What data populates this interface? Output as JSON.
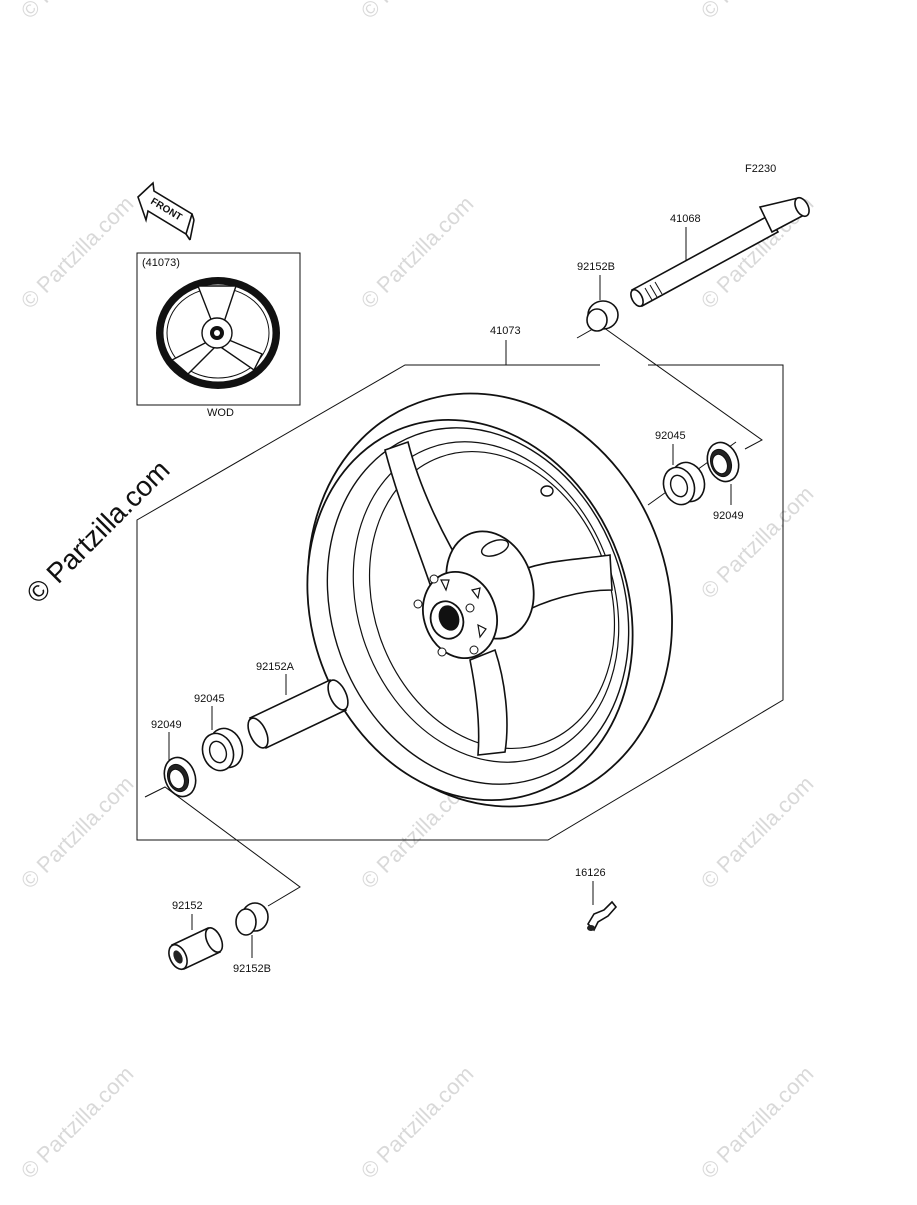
{
  "diagram_code": "F2230",
  "front_arrow_text": "FRONT",
  "inset": {
    "part_ref": "(41073)",
    "caption": "WOD"
  },
  "watermark": "© Partzilla.com",
  "part_numbers": {
    "wheel": "41073",
    "axle": "41068",
    "collar_right": "92152B",
    "bearing_right": "92045",
    "seal_right": "92049",
    "spacer": "92152A",
    "bearing_left": "92045",
    "seal_left": "92049",
    "collar_left_a": "92152",
    "collar_left_b": "92152B",
    "valve": "16126"
  }
}
